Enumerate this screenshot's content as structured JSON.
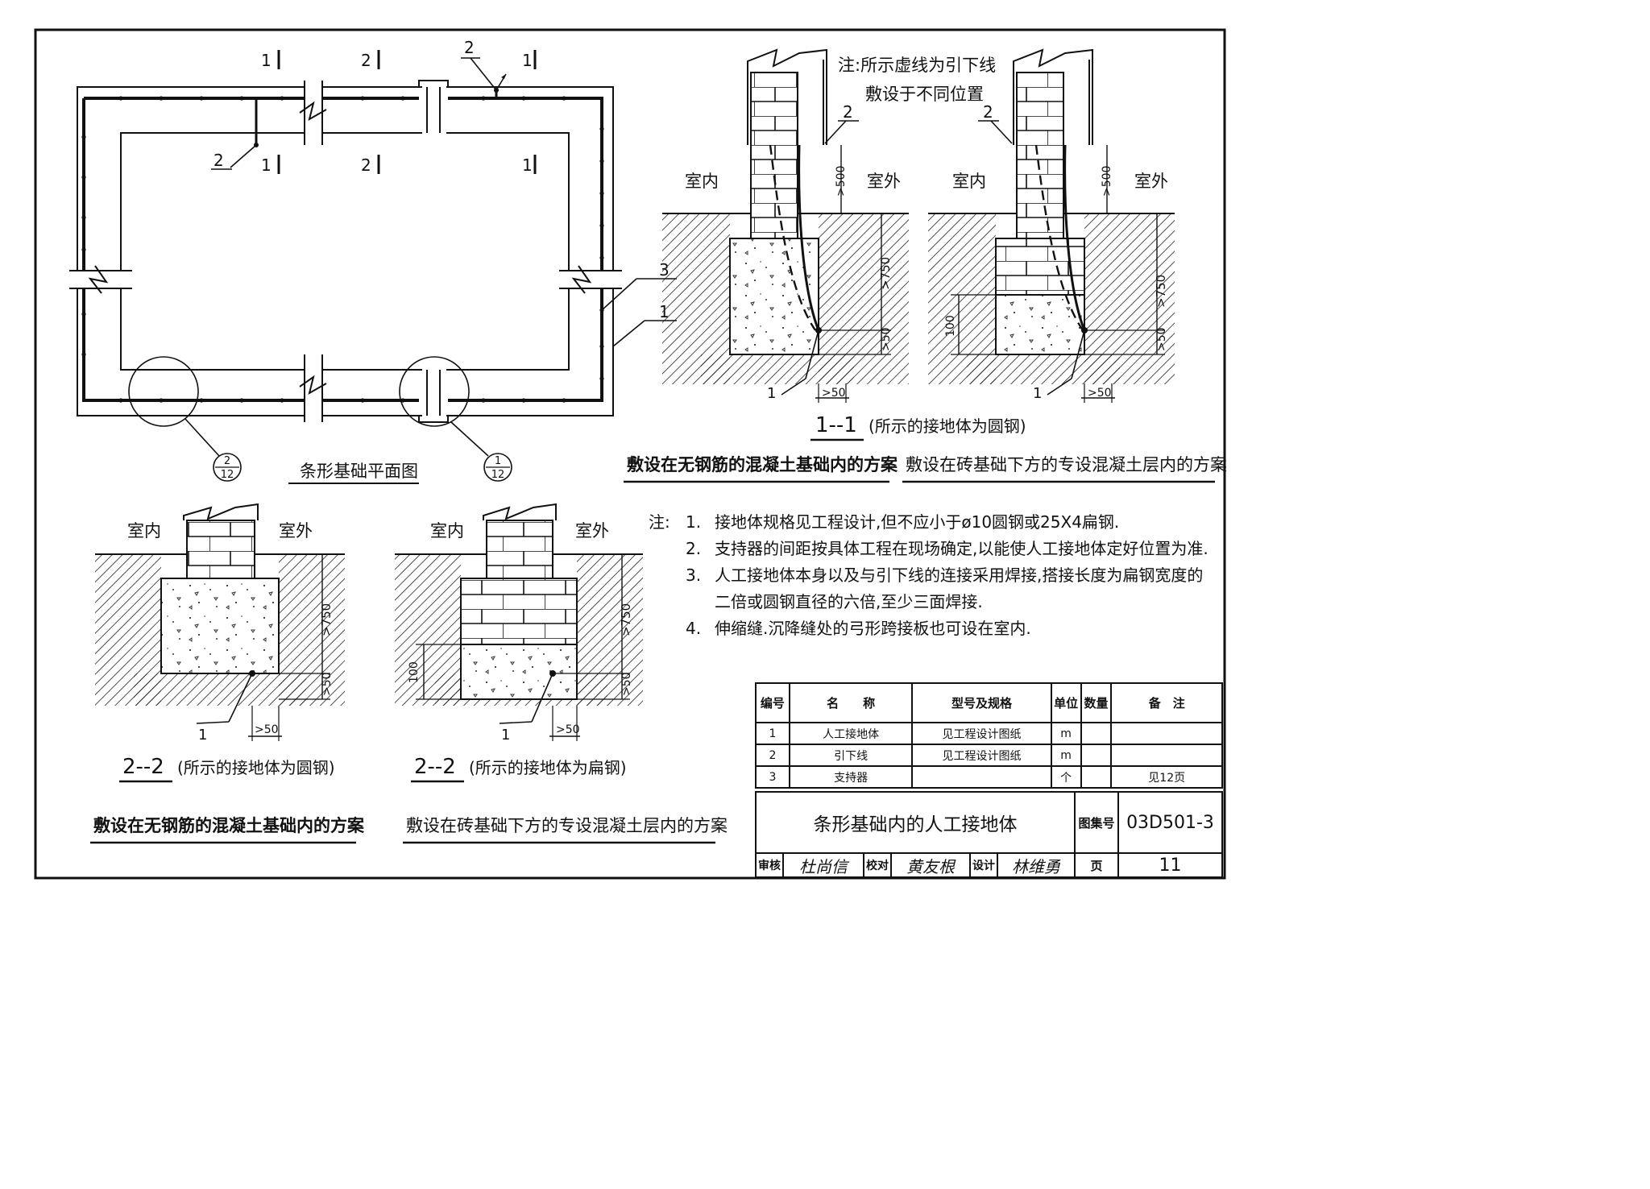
{
  "plan": {
    "caption": "条形基础平面图",
    "section_marks": {
      "one": "1",
      "two": "2"
    },
    "callouts": {
      "one": "1",
      "two": "2",
      "three": "3"
    },
    "detail_refs": [
      {
        "num": "2",
        "den": "12"
      },
      {
        "num": "1",
        "den": "12"
      }
    ]
  },
  "top_note": {
    "line1": "注:所示虚线为引下线",
    "line2": "敷设于不同位置"
  },
  "section_1_1": {
    "label": "1--1",
    "suffix": "(所示的接地体为圆钢)",
    "caption_left": "敷设在无钢筋的混凝土基础内的方案",
    "caption_right": "敷设在砖基础下方的专设混凝土层内的方案"
  },
  "section_2_2_left": {
    "label": "2--2",
    "suffix": "(所示的接地体为圆钢)",
    "caption": "敷设在无钢筋的混凝土基础内的方案"
  },
  "section_2_2_right": {
    "label": "2--2",
    "suffix": "(所示的接地体为扁钢)",
    "caption": "敷设在砖基础下方的专设混凝土层内的方案"
  },
  "labels": {
    "indoor": "室内",
    "outdoor": "室外",
    "dim_500": ">500",
    "dim_750": ">750",
    "dim_50": ">50",
    "dim_100": "100",
    "item1": "1",
    "item2": "2"
  },
  "notes": {
    "head": "注:",
    "items": [
      {
        "num": "1.",
        "text": "接地体规格见工程设计,但不应小于ø10圆钢或25X4扁钢."
      },
      {
        "num": "2.",
        "text": "支持器的间距按具体工程在现场确定,以能使人工接地体定好位置为准."
      },
      {
        "num": "3.",
        "text": "人工接地体本身以及与引下线的连接采用焊接,搭接长度为扁钢宽度的"
      },
      {
        "num": "4.",
        "text": "伸缩缝.沉降缝处的弓形跨接板也可设在室内."
      }
    ],
    "continuation": "二倍或圆钢直径的六倍,至少三面焊接."
  },
  "table": {
    "headers": [
      "编号",
      "名　　称",
      "型号及规格",
      "单位",
      "数量",
      "备　注"
    ],
    "rows": [
      [
        "1",
        "人工接地体",
        "见工程设计图纸",
        "m",
        "",
        ""
      ],
      [
        "2",
        "引下线",
        "见工程设计图纸",
        "m",
        "",
        ""
      ],
      [
        "3",
        "支持器",
        "",
        "个",
        "",
        "见12页"
      ]
    ]
  },
  "title_block": {
    "title": "条形基础内的人工接地体",
    "atlas_label": "图集号",
    "atlas_no": "03D501-3",
    "review_label": "审核",
    "check_label": "校对",
    "design_label": "设计",
    "page_label": "页",
    "page_no": "11",
    "reviewer_sig": "杜尚信",
    "checker_sig": "黄友根",
    "designer_sig": "林维勇"
  }
}
